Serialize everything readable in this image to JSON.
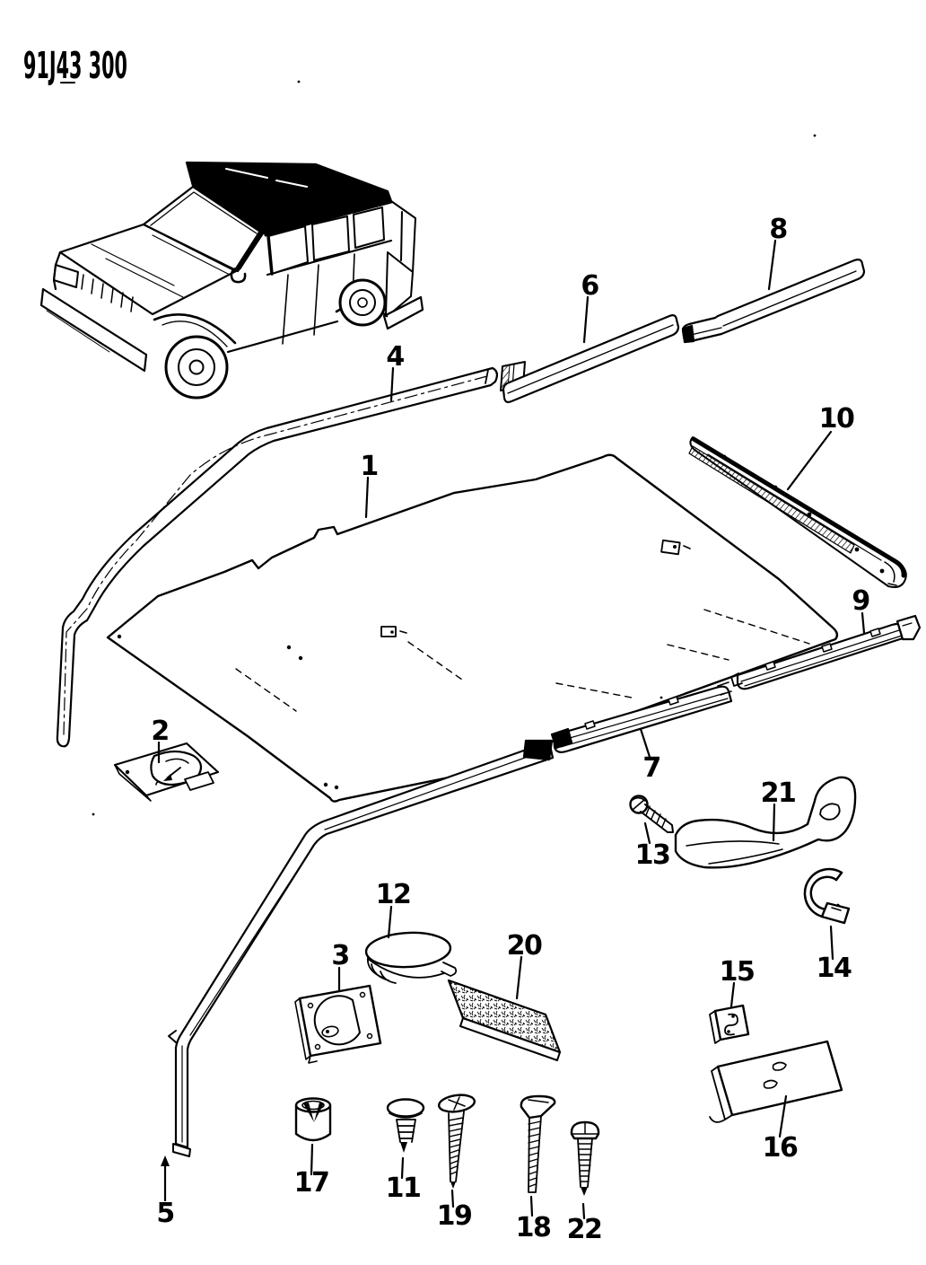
{
  "header": {
    "drawing_number": "91J43 300"
  },
  "callouts": {
    "c1": "1",
    "c2": "2",
    "c3": "3",
    "c4": "4",
    "c5": "5",
    "c6": "6",
    "c7": "7",
    "c8": "8",
    "c9": "9",
    "c10": "10",
    "c11": "11",
    "c12": "12",
    "c13": "13",
    "c14": "14",
    "c15": "15",
    "c16": "16",
    "c17": "17",
    "c18": "18",
    "c19": "19",
    "c20": "20",
    "c21": "21",
    "c22": "22"
  }
}
